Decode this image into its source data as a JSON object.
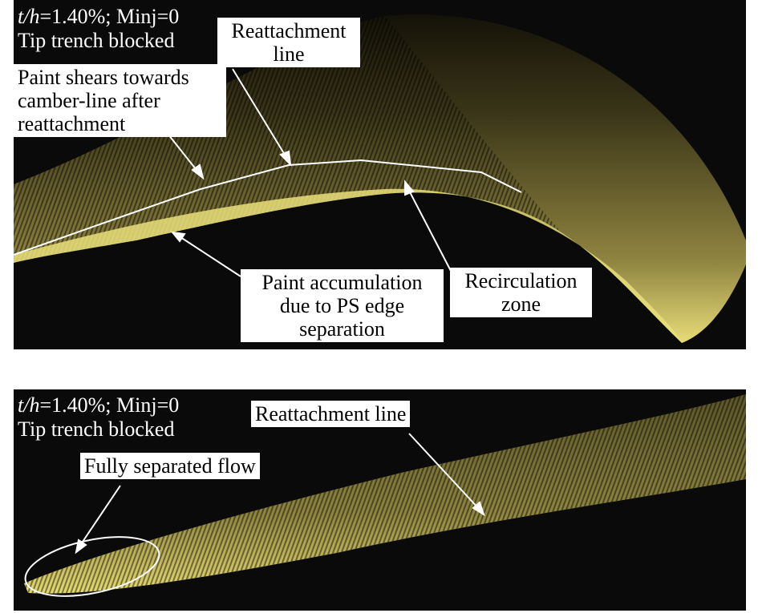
{
  "top_panel": {
    "condition": {
      "ratio_italic": "t/h",
      "ratio_value": "=1.40%; Minj=0",
      "line2": "Tip trench blocked"
    },
    "labels": {
      "reattachment": [
        "Reattachment",
        "line"
      ],
      "paint_shears": [
        "Paint shears towards",
        "camber-line after",
        "reattachment"
      ],
      "paint_accumulation": [
        "Paint accumulation",
        "due to PS edge",
        "separation"
      ],
      "recirculation": [
        "Recirculation",
        "zone"
      ]
    }
  },
  "bottom_panel": {
    "condition": {
      "ratio_italic": "t/h",
      "ratio_value": "=1.40%; Minj=0",
      "line2": "Tip trench blocked"
    },
    "labels": {
      "reattachment": "Reattachment line",
      "fully_separated": "Fully separated flow"
    }
  },
  "colors": {
    "background": "#0a0a0a",
    "paint": "#d8cf6a",
    "annotation": "#ffffff"
  }
}
